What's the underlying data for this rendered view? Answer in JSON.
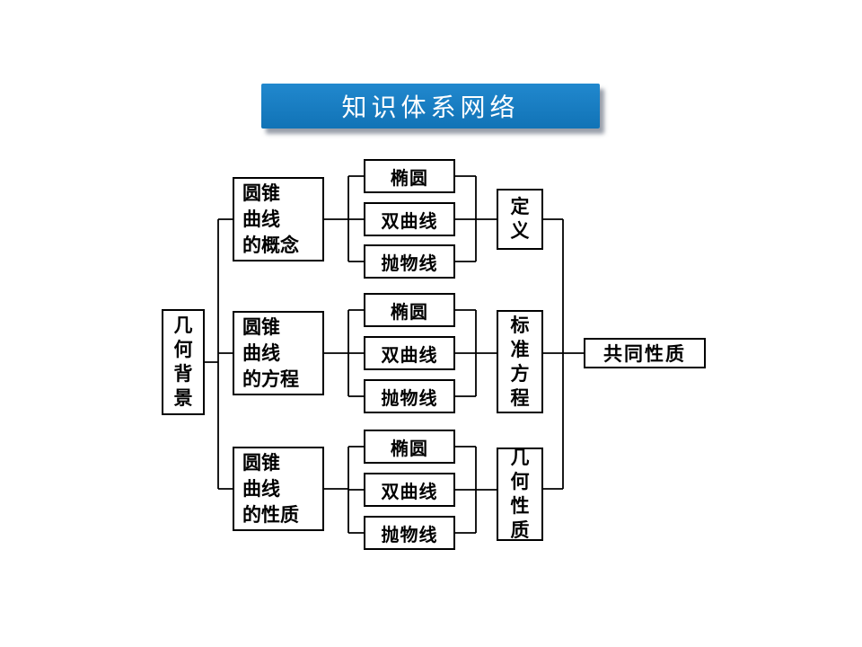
{
  "title": {
    "label": "知识体系网络"
  },
  "colors": {
    "banner_bg": "#1173b6",
    "banner_text": "#ffffff",
    "box_border": "#000000",
    "line": "#000000"
  },
  "root": {
    "label": "几何背景",
    "chars": [
      "几",
      "何",
      "背",
      "景"
    ]
  },
  "branches": [
    {
      "concept_label": "圆锥曲线的概念",
      "concept_lines": [
        "圆锥",
        "曲线",
        "的概念"
      ],
      "children": [
        "椭圆",
        "双曲线",
        "抛物线"
      ],
      "outcome_label": "定义",
      "outcome_chars": [
        "定",
        "义"
      ]
    },
    {
      "concept_label": "圆锥曲线的方程",
      "concept_lines": [
        "圆锥",
        "曲线",
        "的方程"
      ],
      "children": [
        "椭圆",
        "双曲线",
        "抛物线"
      ],
      "outcome_label": "标准方程",
      "outcome_chars": [
        "标",
        "准",
        "方",
        "程"
      ]
    },
    {
      "concept_label": "圆锥曲线的性质",
      "concept_lines": [
        "圆锥",
        "曲线",
        "的性质"
      ],
      "children": [
        "椭圆",
        "双曲线",
        "抛物线"
      ],
      "outcome_label": "几何性质",
      "outcome_chars": [
        "几",
        "何",
        "性",
        "质"
      ]
    }
  ],
  "final": {
    "label": "共同性质"
  }
}
